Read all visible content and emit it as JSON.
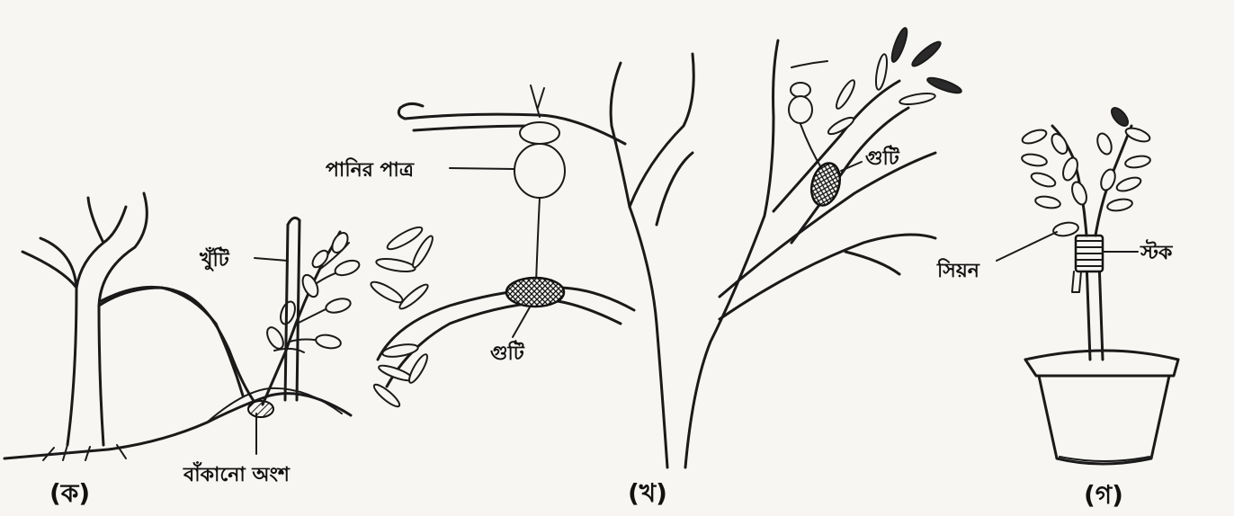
{
  "labels": {
    "stake": "খুঁটি",
    "bent_part": "বাঁকানো অংশ",
    "water_pot": "পানির পাত্র",
    "layer_a": "গুটি",
    "layer_b": "গুটি",
    "scion": "সিয়ন",
    "stock": "স্টক"
  },
  "panels": {
    "a": "(ক)",
    "b": "(খ)",
    "c": "(গ)"
  }
}
